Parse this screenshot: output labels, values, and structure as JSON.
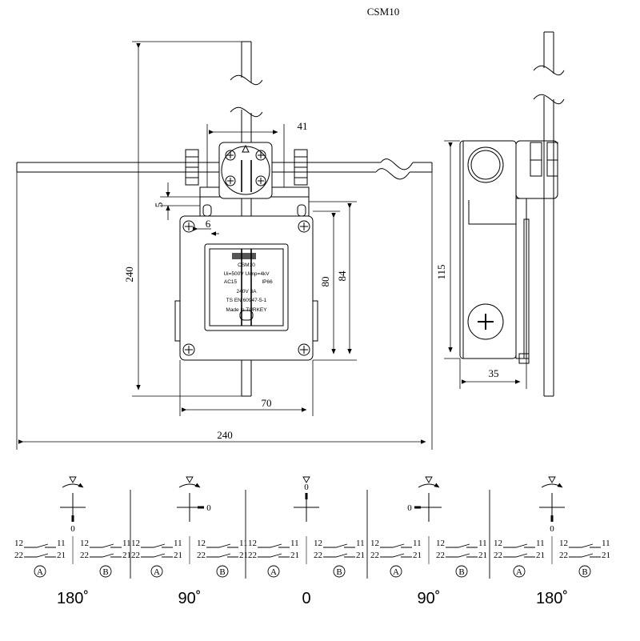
{
  "title": "CSM10",
  "dimensions": {
    "d41": "41",
    "d5": "5",
    "d6": "6",
    "d240v": "240",
    "d80": "80",
    "d84": "84",
    "d70": "70",
    "d240h": "240",
    "d115": "115",
    "d35": "35"
  },
  "nameplate": {
    "l1": "CSM10",
    "l2": "Ui=500V Uimp=4kV",
    "l3a": "AC15",
    "l3b": "IP66",
    "l4": "240V 3A",
    "l5": "TS EN 60947-5-1",
    "l6": "Made in TURKEY"
  },
  "positions": [
    {
      "angle": "180˚",
      "zero": "0",
      "a": "A",
      "b": "B",
      "n12": "12",
      "n11": "11",
      "n22": "22",
      "n21": "21"
    },
    {
      "angle": "90˚",
      "zero": "0",
      "a": "A",
      "b": "B",
      "n12": "12",
      "n11": "11",
      "n22": "22",
      "n21": "21"
    },
    {
      "angle": "0",
      "zero": "0",
      "a": "A",
      "b": "B",
      "n12": "12",
      "n11": "11",
      "n22": "22",
      "n21": "21"
    },
    {
      "angle": "90˚",
      "zero": "0",
      "a": "A",
      "b": "B",
      "n12": "12",
      "n11": "11",
      "n22": "22",
      "n21": "21"
    },
    {
      "angle": "180˚",
      "zero": "0",
      "a": "A",
      "b": "B",
      "n12": "12",
      "n11": "11",
      "n22": "22",
      "n21": "21"
    }
  ]
}
